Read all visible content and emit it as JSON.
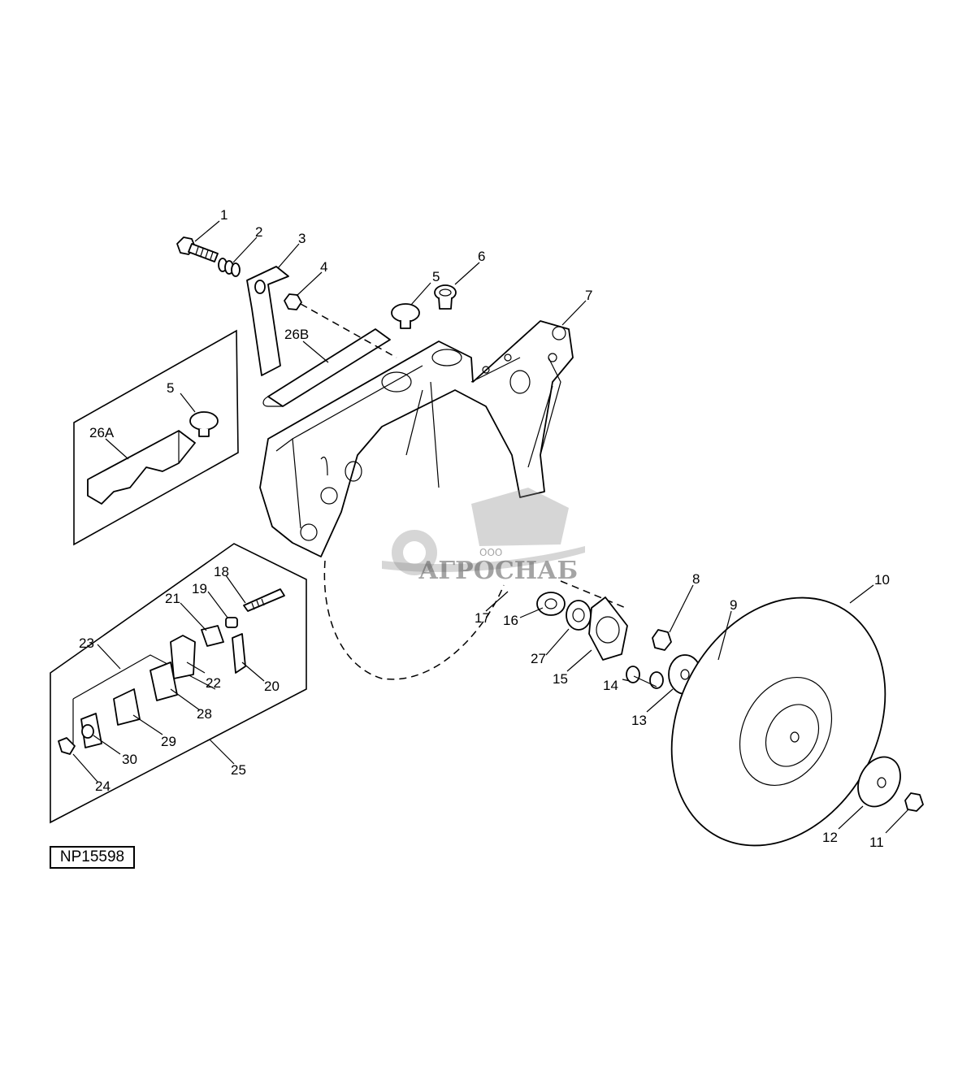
{
  "figure_ref": "NP15598",
  "watermark": {
    "prefix": "ООО",
    "brand": "АГРОСНАБ"
  },
  "callouts": [
    {
      "id": "c1",
      "label": "1"
    },
    {
      "id": "c2",
      "label": "2"
    },
    {
      "id": "c3",
      "label": "3"
    },
    {
      "id": "c4",
      "label": "4"
    },
    {
      "id": "c5a",
      "label": "5"
    },
    {
      "id": "c5b",
      "label": "5"
    },
    {
      "id": "c6",
      "label": "6"
    },
    {
      "id": "c7",
      "label": "7"
    },
    {
      "id": "c8",
      "label": "8"
    },
    {
      "id": "c9",
      "label": "9"
    },
    {
      "id": "c10",
      "label": "10"
    },
    {
      "id": "c11",
      "label": "11"
    },
    {
      "id": "c12",
      "label": "12"
    },
    {
      "id": "c13",
      "label": "13"
    },
    {
      "id": "c14",
      "label": "14"
    },
    {
      "id": "c15",
      "label": "15"
    },
    {
      "id": "c16",
      "label": "16"
    },
    {
      "id": "c17",
      "label": "17"
    },
    {
      "id": "c18",
      "label": "18"
    },
    {
      "id": "c19",
      "label": "19"
    },
    {
      "id": "c20",
      "label": "20"
    },
    {
      "id": "c21",
      "label": "21"
    },
    {
      "id": "c22",
      "label": "22"
    },
    {
      "id": "c23",
      "label": "23"
    },
    {
      "id": "c24",
      "label": "24"
    },
    {
      "id": "c25",
      "label": "25"
    },
    {
      "id": "c26a",
      "label": "26A"
    },
    {
      "id": "c26b",
      "label": "26B"
    },
    {
      "id": "c27",
      "label": "27"
    },
    {
      "id": "c28",
      "label": "28"
    },
    {
      "id": "c29",
      "label": "29"
    },
    {
      "id": "c30",
      "label": "30"
    }
  ]
}
